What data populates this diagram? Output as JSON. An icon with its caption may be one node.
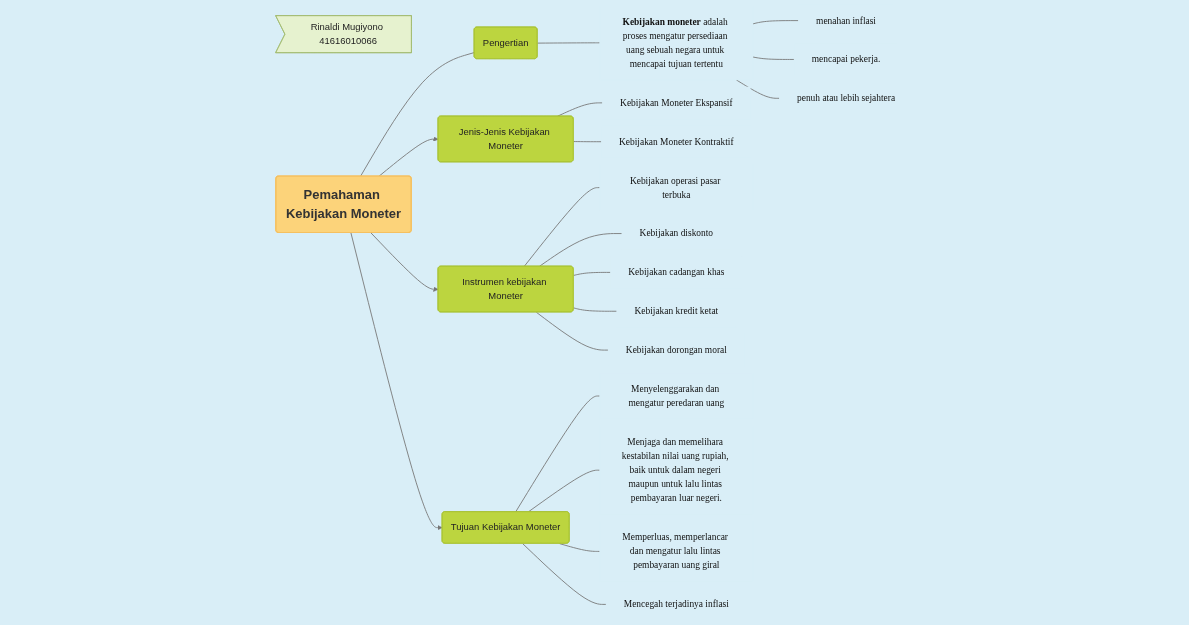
{
  "diagram": {
    "nodes": [
      {
        "text": [
          "Pemahaman Kebijakan Moneter"
        ]
      },
      {
        "text": [
          "Rinaldi Mugiyono 41616010066"
        ]
      },
      {
        "text": [
          "Pengertian"
        ]
      },
      {
        "text": [
          "**Kebijakan moneter** adalah proses mengatur persediaan uang sebuah negara untuk mencapai tujuan tertentu"
        ]
      },
      {
        "text": [
          "menahan inflasi"
        ]
      },
      {
        "text": [
          "mencapai pekerja."
        ]
      },
      {
        "text": [
          "penuh atau lebih sejahtera"
        ]
      },
      {
        "text": [
          "Jenis-Jenis Kebijakan Moneter"
        ]
      },
      {
        "text": [
          "Kebijakan Moneter Ekspansif"
        ]
      },
      {
        "text": [
          "Kebijakan Moneter Kontraktif"
        ]
      },
      {
        "text": [
          "Instrumen kebijakan Moneter"
        ]
      },
      {
        "text": [
          "Kebijakan operasi pasar terbuka"
        ]
      },
      {
        "text": [
          "Kebijakan diskonto"
        ]
      },
      {
        "text": [
          "Kebijakan cadangan khas"
        ]
      },
      {
        "text": [
          "Kebijakan kredit ketat"
        ]
      },
      {
        "text": [
          "Kebijakan dorongan moral"
        ]
      },
      {
        "text": [
          "Tujuan Kebijakan Moneter"
        ]
      },
      {
        "text": [
          "Menyelenggarakan dan mengatur peredaran uang"
        ]
      },
      {
        "text": [
          "Menjaga dan memelihara kestabilan nilai uang rupiah, baik untuk dalam negeri maupun untuk lalu lintas pembayaran luar negeri."
        ]
      },
      {
        "text": [
          "Memperluas, memperlancar dan mengatur lalu lintas pembayaran uang giral"
        ]
      },
      {
        "text": [
          "Mencegah terjadinya inflasi"
        ]
      }
    ],
    "edges": [
      {
        "from": 0,
        "to": 2,
        "arrow": "none"
      },
      {
        "from": 2,
        "to": 3,
        "arrow": "none"
      },
      {
        "from": 3,
        "to": 4,
        "arrow": "none"
      },
      {
        "from": 3,
        "to": 5,
        "arrow": "none"
      },
      {
        "from": 3,
        "to": 6,
        "arrow": "none"
      },
      {
        "from": 0,
        "to": 7,
        "arrow": "to"
      },
      {
        "from": 7,
        "to": 8,
        "arrow": "none"
      },
      {
        "from": 7,
        "to": 9,
        "arrow": "none"
      },
      {
        "from": 0,
        "to": 10,
        "arrow": "to"
      },
      {
        "from": 10,
        "to": 11,
        "arrow": "none"
      },
      {
        "from": 10,
        "to": 12,
        "arrow": "none"
      },
      {
        "from": 10,
        "to": 13,
        "arrow": "none"
      },
      {
        "from": 10,
        "to": 14,
        "arrow": "none"
      },
      {
        "from": 10,
        "to": 15,
        "arrow": "none"
      },
      {
        "from": 0,
        "to": 16,
        "arrow": "to"
      },
      {
        "from": 16,
        "to": 17,
        "arrow": "none"
      },
      {
        "from": 16,
        "to": 18,
        "arrow": "none"
      },
      {
        "from": 16,
        "to": 19,
        "arrow": "none"
      },
      {
        "from": 16,
        "to": 20,
        "arrow": "none"
      }
    ]
  }
}
